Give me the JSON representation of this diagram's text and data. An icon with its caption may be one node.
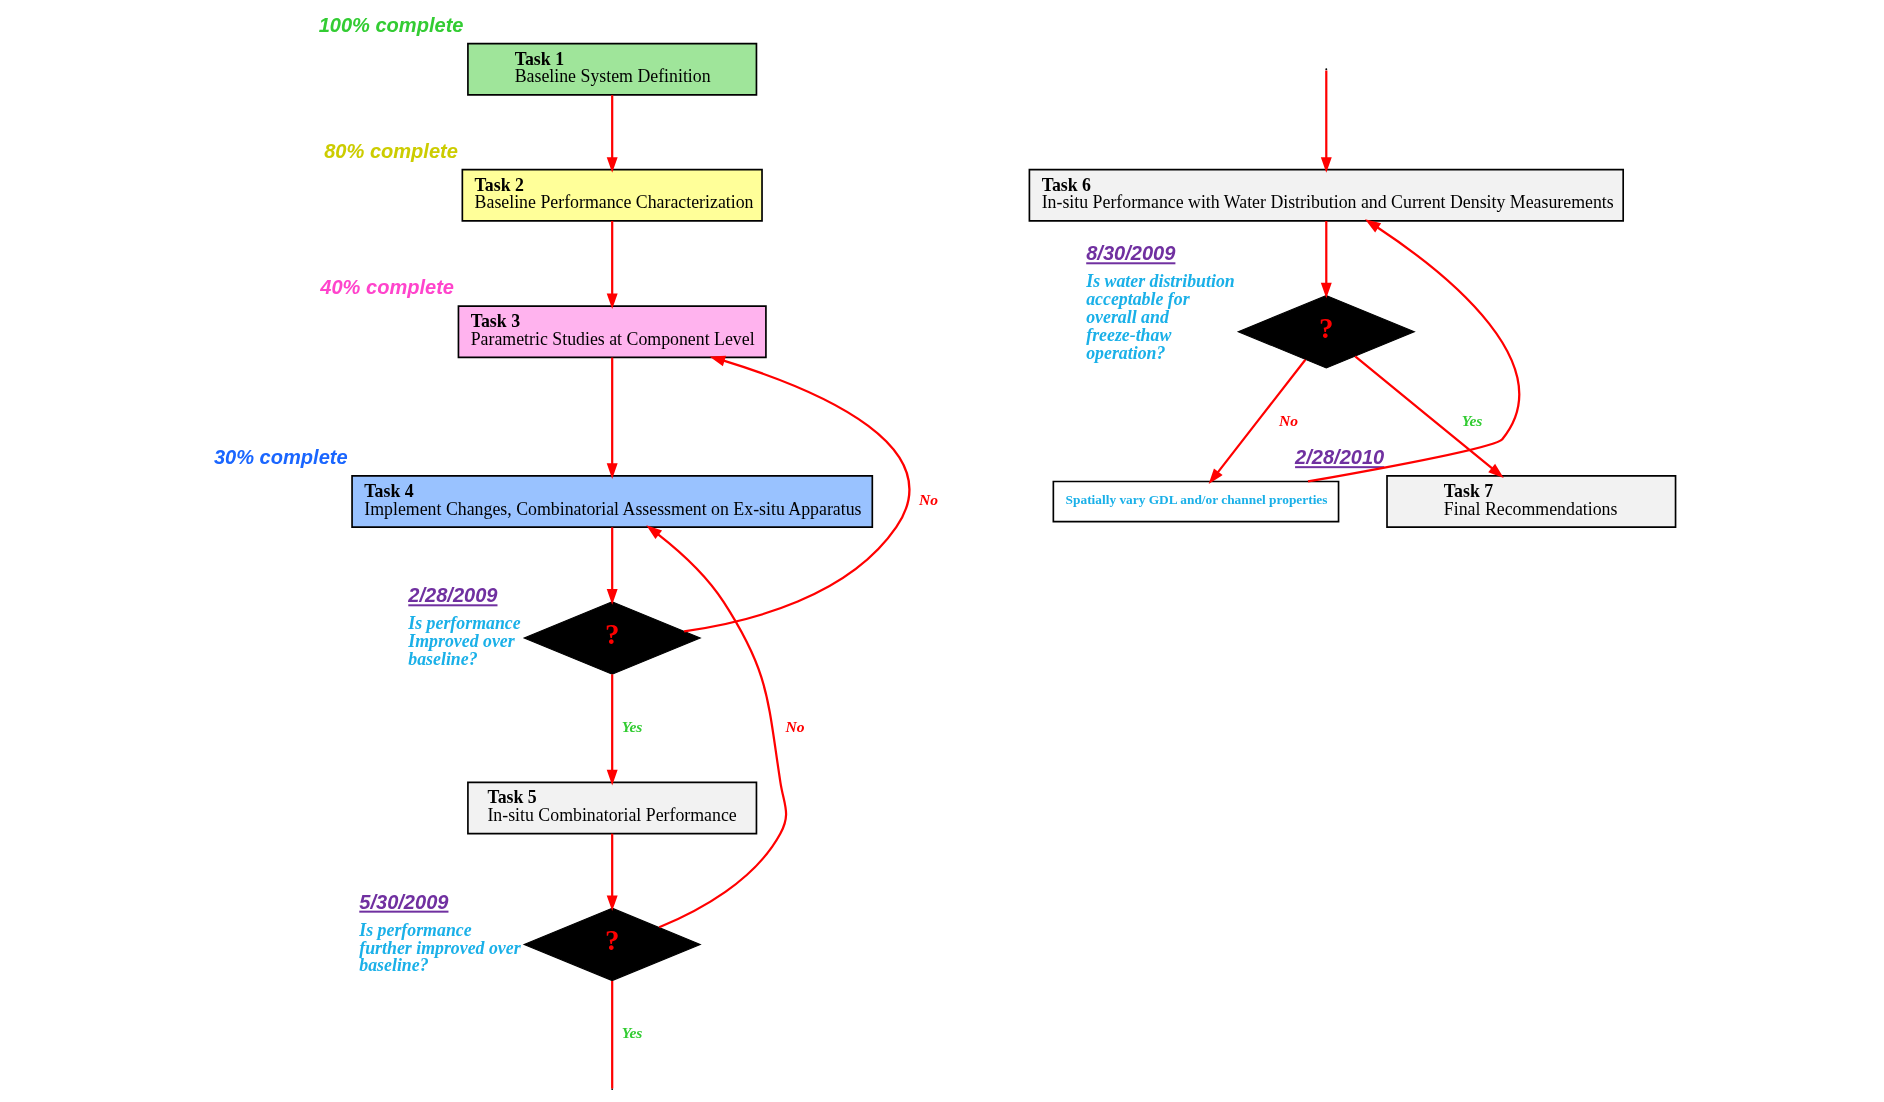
{
  "diagram": {
    "nodes": [
      {
        "text": [
          "Task 1",
          "Baseline System Definition"
        ],
        "beside": [
          "100% complete"
        ]
      },
      {
        "text": [
          "Task 2",
          "Baseline Performance Characterization"
        ],
        "beside": [
          "80% complete"
        ]
      },
      {
        "text": [
          "Task 3",
          "Parametric Studies at Component Level"
        ],
        "beside": [
          "40% complete"
        ]
      },
      {
        "text": [
          "Task 4",
          "Implement Changes, Combinatorial Assessment on Ex-situ Apparatus"
        ],
        "beside": [
          "30% complete"
        ]
      },
      {
        "text": [
          "?"
        ],
        "beside": [
          "2/28/2009",
          "Is performance Improved over baseline?"
        ]
      },
      {
        "text": [
          "Task 5",
          "In-situ Combinatorial Performance"
        ]
      },
      {
        "text": [
          "?"
        ],
        "beside": [
          "5/30/2009",
          "Is performance further improved over baseline?"
        ]
      },
      {
        "text": [
          "Task 6",
          "In-situ Performance with Water Distribution and Current Density Measurements"
        ]
      },
      {
        "text": [
          "?"
        ],
        "beside": [
          "8/30/2009",
          "Is water distribution acceptable for overall and freeze-thaw operation?"
        ]
      },
      {
        "text": [
          "Spatially vary GDL and/or channel properties"
        ]
      },
      {
        "text": [
          "Task 7",
          "Final Recommendations"
        ],
        "beside": [
          "2/28/2010"
        ]
      }
    ],
    "edges": [
      {
        "from": 0,
        "to": 1,
        "arrow": "to"
      },
      {
        "from": 1,
        "to": 2,
        "arrow": "to"
      },
      {
        "from": 2,
        "to": 3,
        "arrow": "to"
      },
      {
        "from": 3,
        "to": 4,
        "arrow": "to"
      },
      {
        "from": 4,
        "to": 2,
        "arrow": "to",
        "label": "No"
      },
      {
        "from": 4,
        "to": 5,
        "arrow": "to",
        "label": "Yes"
      },
      {
        "from": 5,
        "to": 6,
        "arrow": "to"
      },
      {
        "from": 6,
        "to": 3,
        "arrow": "to",
        "label": "No"
      },
      {
        "from": 6,
        "to": null,
        "arrow": "none",
        "label": "Yes"
      },
      {
        "from": null,
        "to": 7,
        "arrow": "to"
      },
      {
        "from": 7,
        "to": 8,
        "arrow": "to"
      },
      {
        "from": 8,
        "to": 9,
        "arrow": "to",
        "label": "No"
      },
      {
        "from": 9,
        "to": 7,
        "arrow": "to"
      },
      {
        "from": 8,
        "to": 10,
        "arrow": "to",
        "label": "Yes"
      }
    ]
  }
}
